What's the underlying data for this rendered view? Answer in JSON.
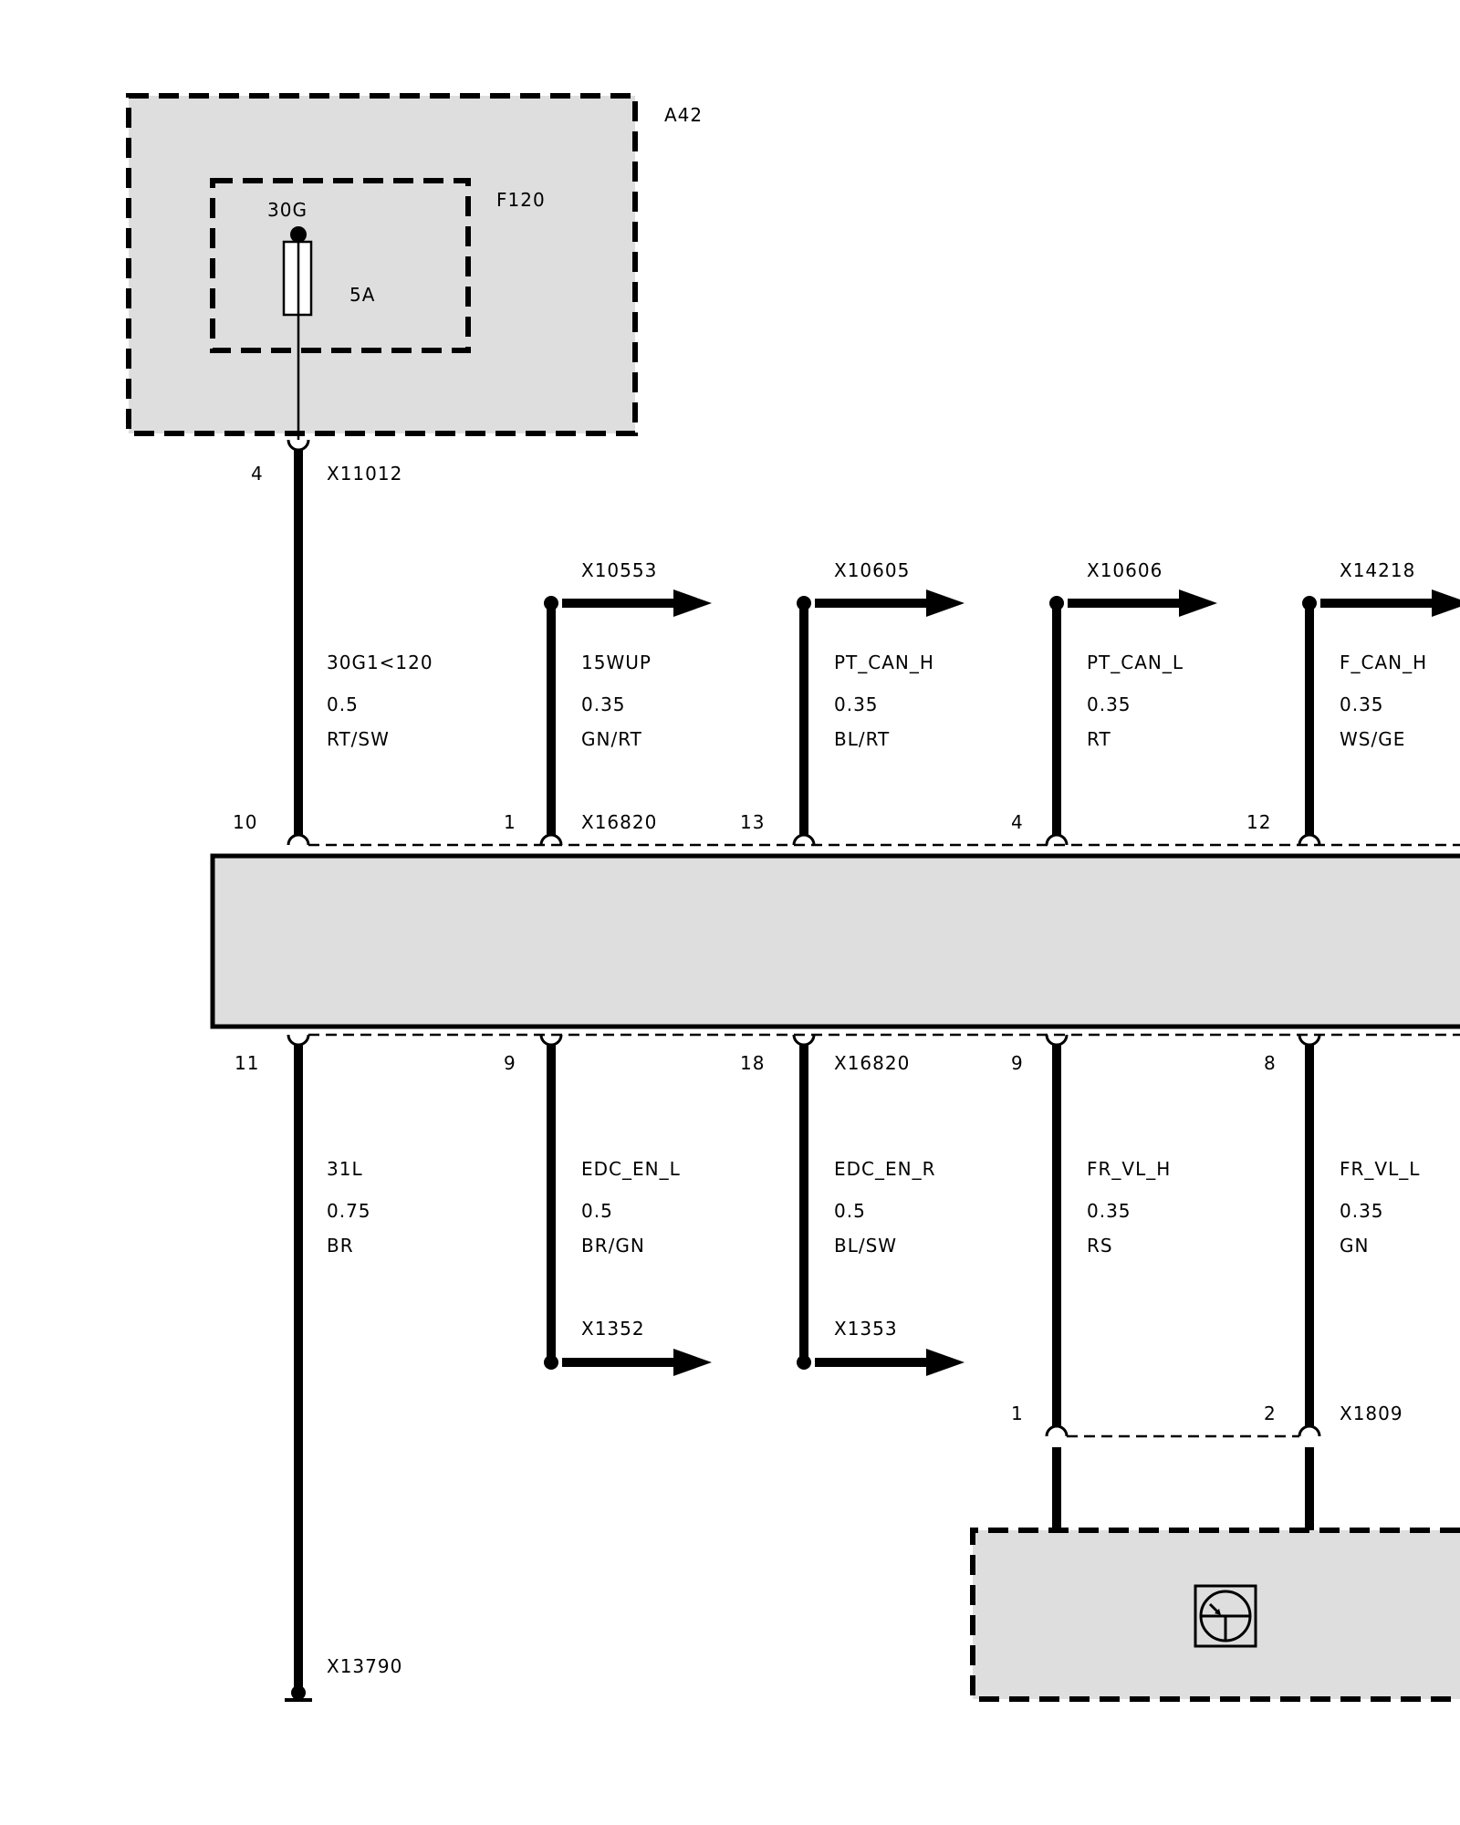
{
  "components": {
    "a42": "A42",
    "f120": "F120",
    "fuse_terminal": "30G",
    "fuse_rating": "5A"
  },
  "upper_connector": {
    "x11012": {
      "name": "X11012",
      "pin": "4"
    },
    "module_pins": [
      "10",
      "1",
      "13",
      "4",
      "12"
    ],
    "module_connector": "X16820"
  },
  "upper_wires": [
    {
      "signal": "30G1<120",
      "gauge": "0.5",
      "color": "RT/SW"
    },
    {
      "signal": "15WUP",
      "gauge": "0.35",
      "color": "GN/RT",
      "dest": "X10553"
    },
    {
      "signal": "PT_CAN_H",
      "gauge": "0.35",
      "color": "BL/RT",
      "dest": "X10605"
    },
    {
      "signal": "PT_CAN_L",
      "gauge": "0.35",
      "color": "RT",
      "dest": "X10606"
    },
    {
      "signal": "F_CAN_H",
      "gauge": "0.35",
      "color": "WS/GE",
      "dest": "X14218"
    }
  ],
  "lower_connector": {
    "module_pins": [
      "11",
      "9",
      "18",
      "9",
      "8"
    ],
    "module_connector": "X16820"
  },
  "lower_wires": [
    {
      "signal": "31L",
      "gauge": "0.75",
      "color": "BR",
      "dest": "X13790"
    },
    {
      "signal": "EDC_EN_L",
      "gauge": "0.5",
      "color": "BR/GN",
      "dest": "X1352"
    },
    {
      "signal": "EDC_EN_R",
      "gauge": "0.5",
      "color": "BL/SW",
      "dest": "X1353"
    },
    {
      "signal": "FR_VL_H",
      "gauge": "0.35",
      "color": "RS"
    },
    {
      "signal": "FR_VL_L",
      "gauge": "0.35",
      "color": "GN"
    }
  ],
  "sensor_connector": {
    "name": "X1809",
    "pins": [
      "1",
      "2"
    ]
  },
  "colors": {
    "fill": "#dedede",
    "line": "#000000"
  }
}
